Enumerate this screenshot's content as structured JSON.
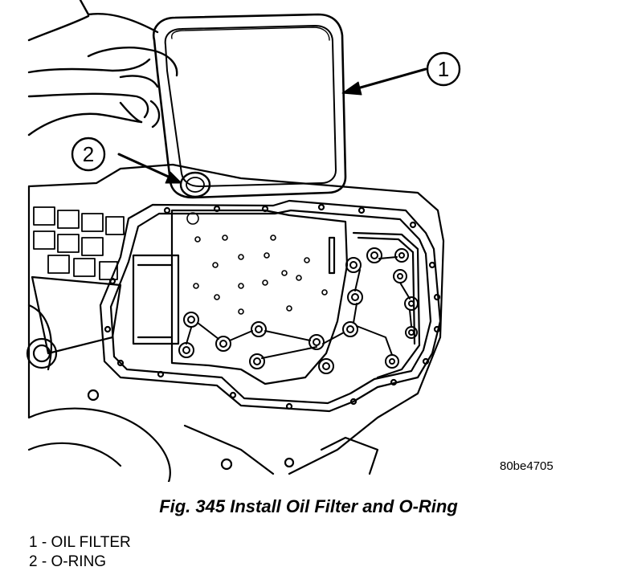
{
  "figure": {
    "image_code": "80be4705",
    "caption": "Fig. 345 Install Oil Filter and O-Ring",
    "callouts": [
      {
        "number": "1"
      },
      {
        "number": "2"
      }
    ],
    "legend": [
      {
        "number": "1",
        "separator": " - ",
        "label": "OIL FILTER"
      },
      {
        "number": "2",
        "separator": " - ",
        "label": "O-RING"
      }
    ]
  }
}
